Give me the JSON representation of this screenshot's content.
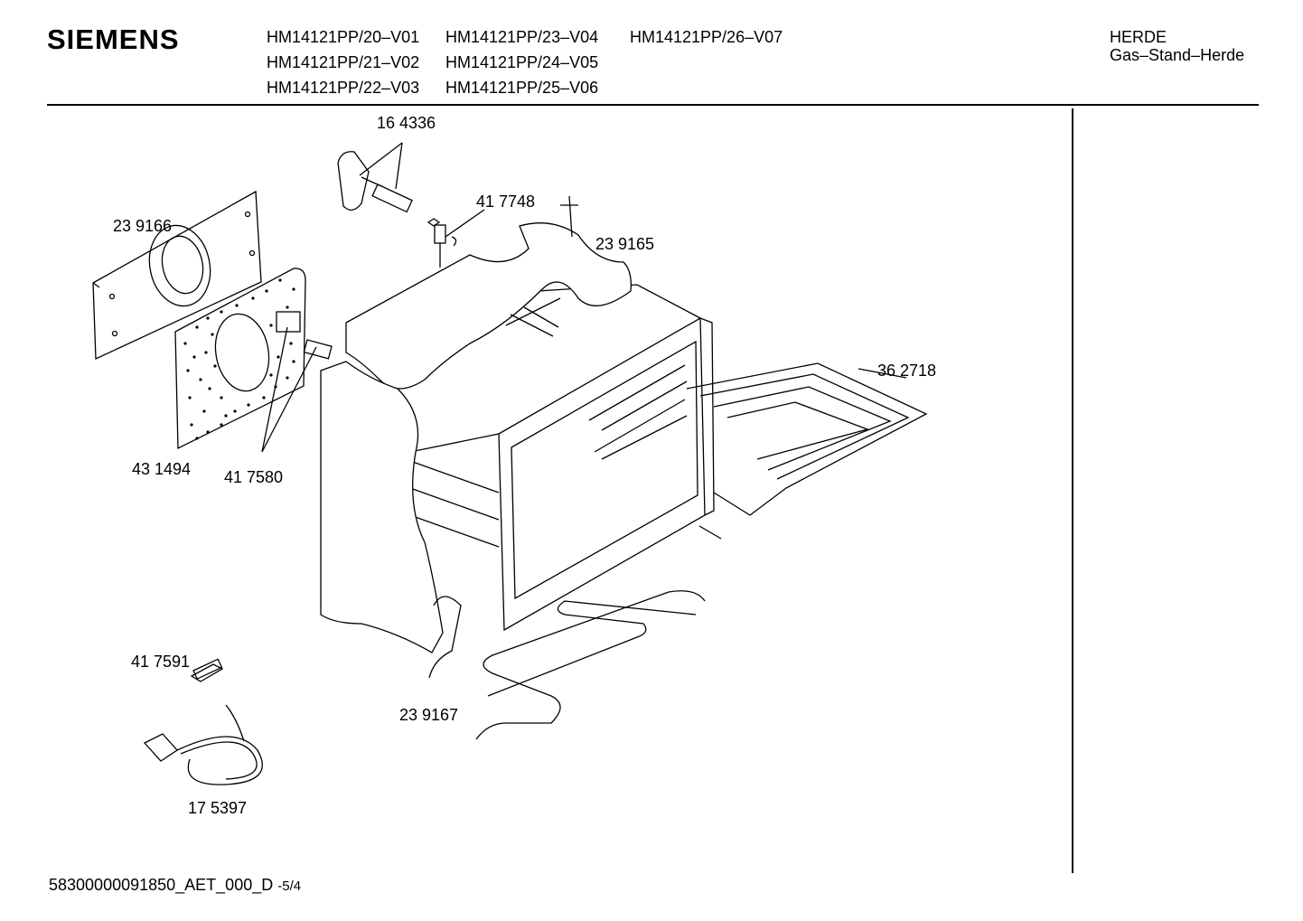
{
  "header": {
    "brand": "SIEMENS",
    "models": [
      "HM14121PP/20–V01",
      "HM14121PP/23–V04",
      "HM14121PP/26–V07",
      "HM14121PP/21–V02",
      "HM14121PP/24–V05",
      "HM14121PP/22–V03",
      "HM14121PP/25–V06"
    ],
    "category": "HERDE",
    "subcategory": "Gas–Stand–Herde"
  },
  "parts": [
    "16 4336",
    "41 7748",
    "23 9166",
    "23 9165",
    "36 2718",
    "43 1494",
    "41 7580",
    "41 7591",
    "23 9167",
    "17 5397"
  ],
  "footer": {
    "doc_id": "58300000091850_AET_000_D",
    "page": "-5/4"
  }
}
